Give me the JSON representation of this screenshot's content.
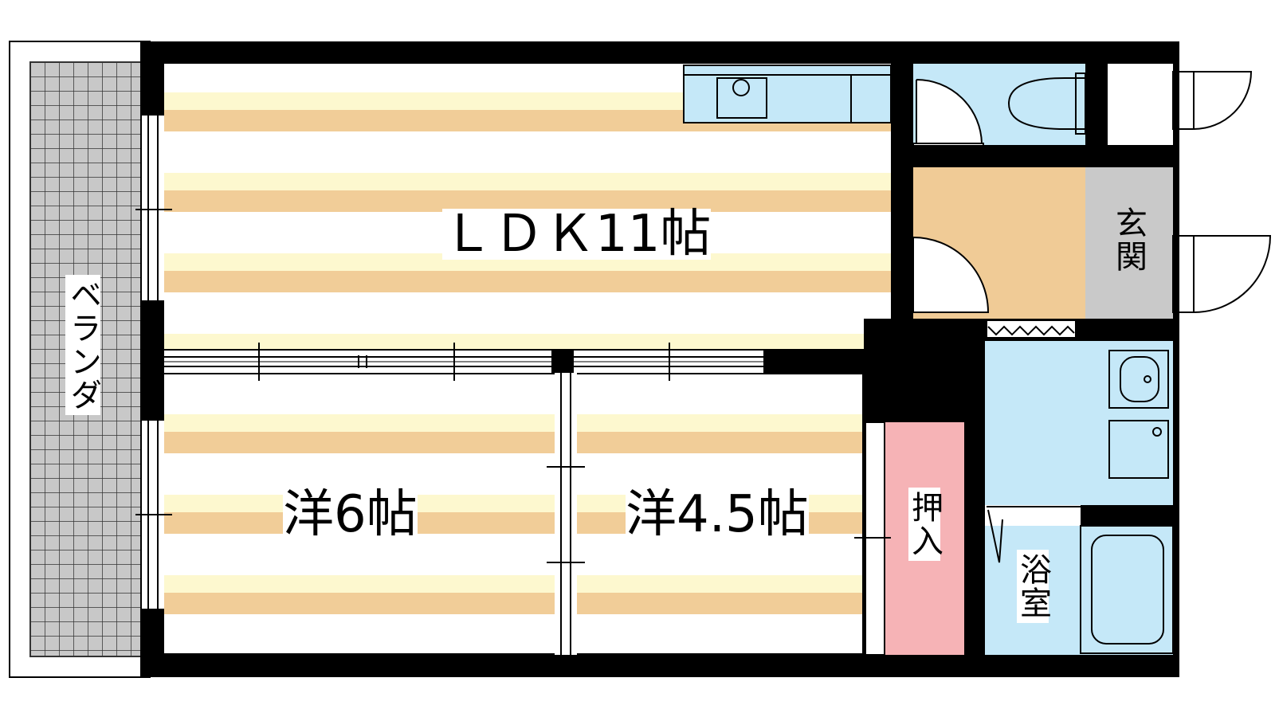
{
  "rooms": {
    "ldk": {
      "label": "ＬＤＫ11帖"
    },
    "western_6": {
      "label": "洋6帖"
    },
    "western_4_5": {
      "label": "洋4.5帖"
    },
    "closet": {
      "label": "押入"
    },
    "bathroom": {
      "label": "浴室"
    },
    "entrance": {
      "label": "玄関"
    },
    "veranda": {
      "label": "ベランダ"
    }
  },
  "colors": {
    "wall": "#000000",
    "floor_stripe_wood": "#f1cd98",
    "floor_stripe_light": "#fdf8cf",
    "wet_area": "#c5e8f8",
    "closet": "#f6b3b6",
    "entrance_floor": "#f0cb96",
    "entrance_tile": "#c9c9c9",
    "veranda_grid": "#c8c8c8"
  }
}
